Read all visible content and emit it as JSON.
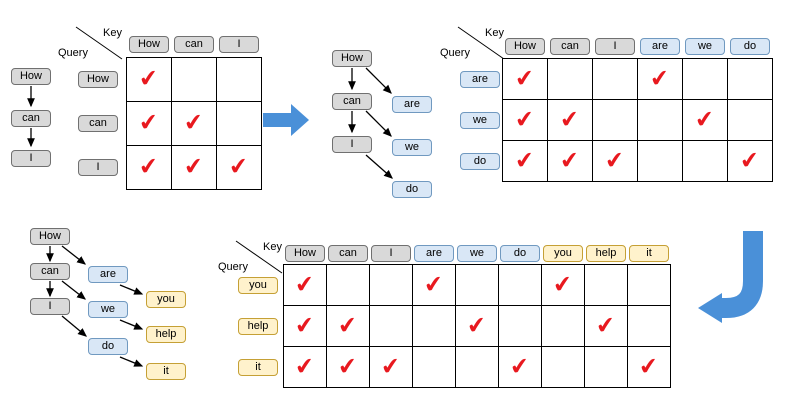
{
  "labels": {
    "key": "Key",
    "query": "Query",
    "check": "✔"
  },
  "colors": {
    "prompt_fill": "#d9d9d9",
    "prompt_border": "#707070",
    "gen1_fill": "#d9e7f6",
    "gen1_border": "#7099c0",
    "gen2_fill": "#fff2cc",
    "gen2_border": "#c5a035",
    "check": "#e8191f",
    "flow_arrow": "#4a90d8",
    "line": "#000000"
  },
  "panels": {
    "chain1": {
      "tokens": [
        {
          "label": "How",
          "type": "prompt"
        },
        {
          "label": "can",
          "type": "prompt"
        },
        {
          "label": "I",
          "type": "prompt"
        }
      ]
    },
    "matrix1": {
      "cols": [
        {
          "label": "How",
          "type": "prompt"
        },
        {
          "label": "can",
          "type": "prompt"
        },
        {
          "label": "I",
          "type": "prompt"
        }
      ],
      "rows": [
        {
          "label": "How",
          "type": "prompt"
        },
        {
          "label": "can",
          "type": "prompt"
        },
        {
          "label": "I",
          "type": "prompt"
        }
      ],
      "checks": [
        [
          1,
          0,
          0
        ],
        [
          1,
          1,
          0
        ],
        [
          1,
          1,
          1
        ]
      ]
    },
    "chain2": {
      "tokens": [
        {
          "label": "How",
          "type": "prompt"
        },
        {
          "label": "can",
          "type": "prompt"
        },
        {
          "label": "are",
          "type": "gen1"
        },
        {
          "label": "I",
          "type": "prompt"
        },
        {
          "label": "we",
          "type": "gen1"
        },
        {
          "label": "do",
          "type": "gen1"
        }
      ]
    },
    "matrix2": {
      "cols": [
        {
          "label": "How",
          "type": "prompt"
        },
        {
          "label": "can",
          "type": "prompt"
        },
        {
          "label": "I",
          "type": "prompt"
        },
        {
          "label": "are",
          "type": "gen1"
        },
        {
          "label": "we",
          "type": "gen1"
        },
        {
          "label": "do",
          "type": "gen1"
        }
      ],
      "rows": [
        {
          "label": "are",
          "type": "gen1"
        },
        {
          "label": "we",
          "type": "gen1"
        },
        {
          "label": "do",
          "type": "gen1"
        }
      ],
      "checks": [
        [
          1,
          0,
          0,
          1,
          0,
          0
        ],
        [
          1,
          1,
          0,
          0,
          1,
          0
        ],
        [
          1,
          1,
          1,
          0,
          0,
          1
        ]
      ]
    },
    "chain3": {
      "tokens": [
        {
          "label": "How",
          "type": "prompt"
        },
        {
          "label": "can",
          "type": "prompt"
        },
        {
          "label": "are",
          "type": "gen1"
        },
        {
          "label": "I",
          "type": "prompt"
        },
        {
          "label": "we",
          "type": "gen1"
        },
        {
          "label": "you",
          "type": "gen2"
        },
        {
          "label": "do",
          "type": "gen1"
        },
        {
          "label": "help",
          "type": "gen2"
        },
        {
          "label": "it",
          "type": "gen2"
        }
      ]
    },
    "matrix3": {
      "cols": [
        {
          "label": "How",
          "type": "prompt"
        },
        {
          "label": "can",
          "type": "prompt"
        },
        {
          "label": "I",
          "type": "prompt"
        },
        {
          "label": "are",
          "type": "gen1"
        },
        {
          "label": "we",
          "type": "gen1"
        },
        {
          "label": "do",
          "type": "gen1"
        },
        {
          "label": "you",
          "type": "gen2"
        },
        {
          "label": "help",
          "type": "gen2"
        },
        {
          "label": "it",
          "type": "gen2"
        }
      ],
      "rows": [
        {
          "label": "you",
          "type": "gen2"
        },
        {
          "label": "help",
          "type": "gen2"
        },
        {
          "label": "it",
          "type": "gen2"
        }
      ],
      "checks": [
        [
          1,
          0,
          0,
          1,
          0,
          0,
          1,
          0,
          0
        ],
        [
          1,
          1,
          0,
          0,
          1,
          0,
          0,
          1,
          0
        ],
        [
          1,
          1,
          1,
          0,
          0,
          1,
          0,
          0,
          1
        ]
      ]
    }
  }
}
